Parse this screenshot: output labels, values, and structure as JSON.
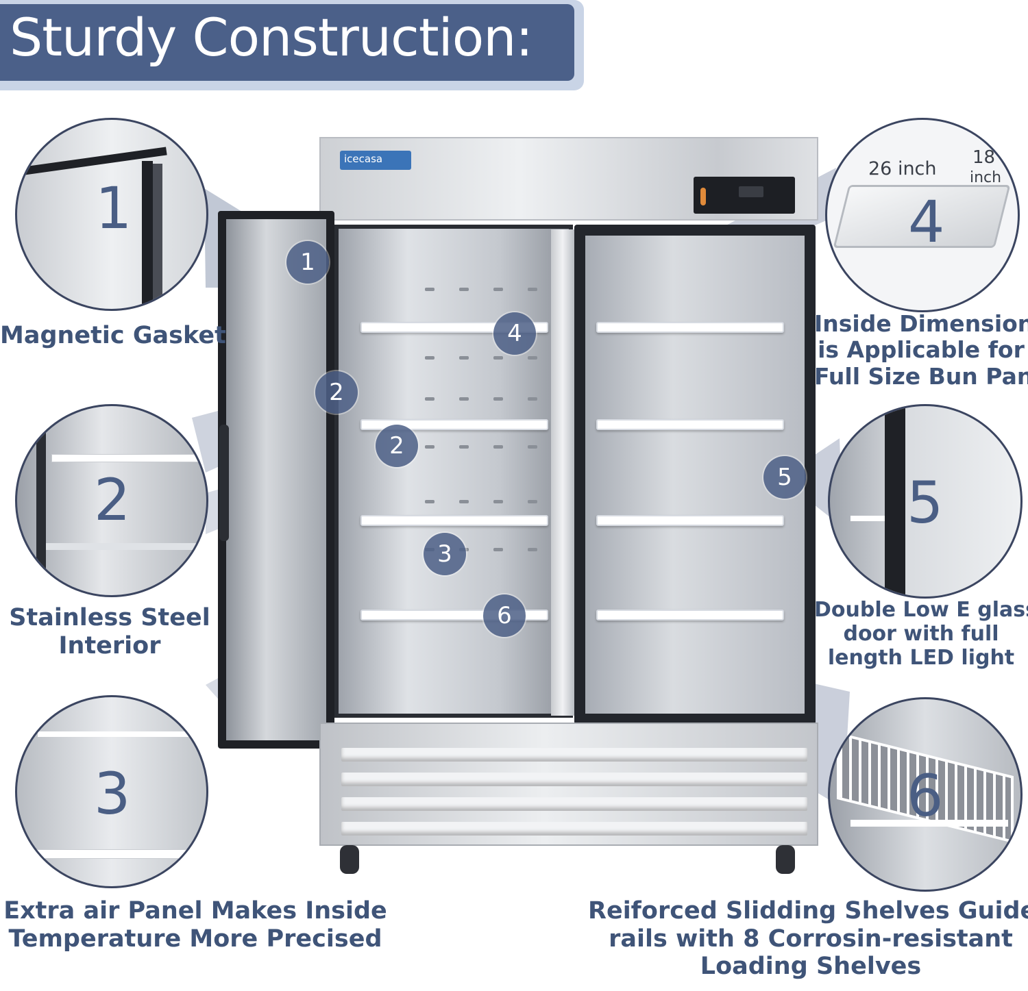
{
  "title": "Sturdy Construction:",
  "brand": "icecasa",
  "callouts": [
    {
      "number": "1",
      "caption_lines": [
        "Magnetic Gasket"
      ]
    },
    {
      "number": "2",
      "caption_lines": [
        "Stainless Steel",
        "Interior"
      ]
    },
    {
      "number": "3",
      "caption_lines": [
        "Extra air Panel Makes Inside",
        "Temperature More Precised"
      ]
    },
    {
      "number": "4",
      "caption_lines": [
        "Inside Dimension",
        "is Applicable for",
        "Full Size Bun Pan"
      ]
    },
    {
      "number": "5",
      "caption_lines": [
        "Double Low E glass",
        "door with full",
        "length LED light"
      ]
    },
    {
      "number": "6",
      "caption_lines": [
        "Reiforced Slidding Shelves Guide",
        "rails with 8 Corrosin-resistant",
        "Loading Shelves"
      ]
    }
  ],
  "pan_dimensions": {
    "length": "26 inch",
    "width_value": "18",
    "width_unit": "inch"
  },
  "colors": {
    "accent": "#4b6089",
    "caption": "#3f5478",
    "badge": "#4e6187"
  }
}
